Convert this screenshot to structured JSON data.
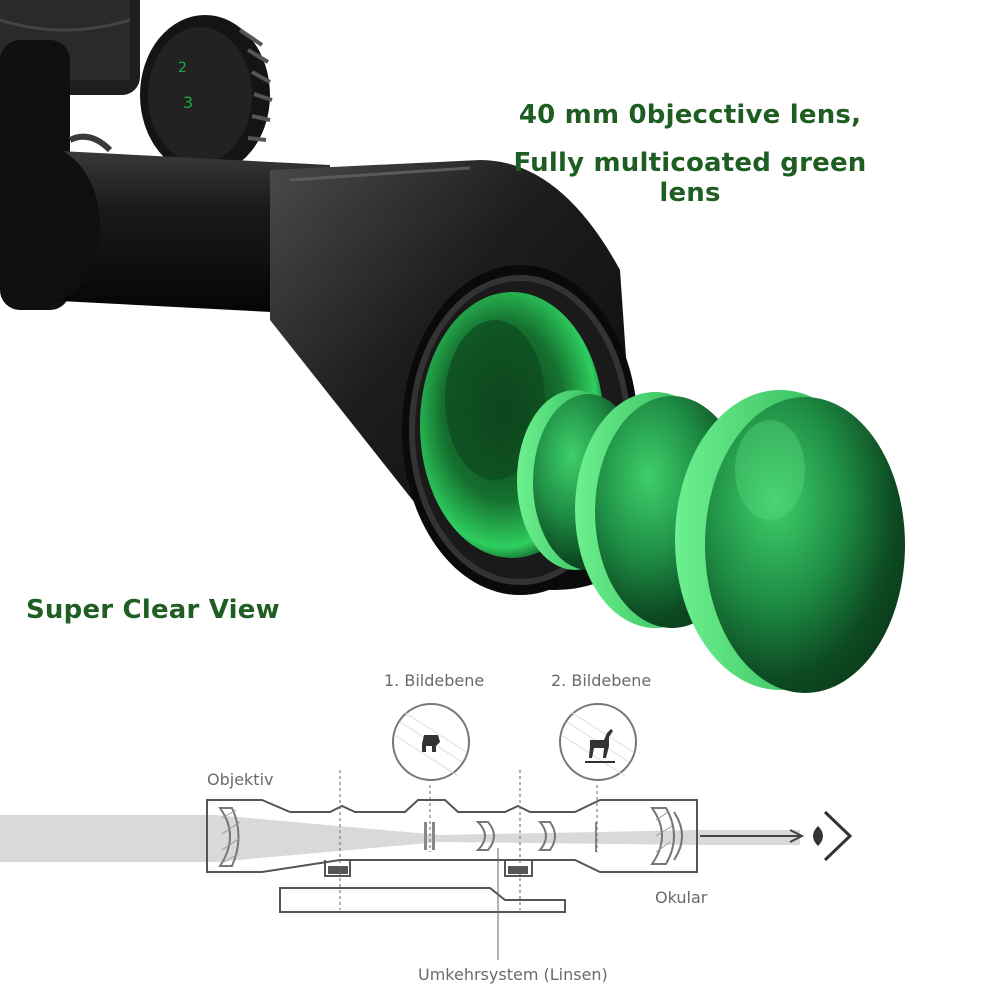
{
  "headline": {
    "line1": "40 mm 0bjecctive lens,",
    "line2": "Fully multicoated green lens"
  },
  "caption": "Super Clear View",
  "diagram": {
    "bildebene_1": "1. Bildebene",
    "bildebene_2": "2. Bildebene",
    "objektiv": "Objektiv",
    "okular": "Okular",
    "umkehrsystem": "Umkehrsystem (Linsen)"
  },
  "colors": {
    "headline_text": "#1f5e22",
    "lens_green": "#1fa84a",
    "scope_body": "#161616",
    "diagram_line": "#555555"
  },
  "icons": [
    "rifle-scope-photo",
    "green-lens-elements",
    "deer-reticle-icon",
    "eye-icon",
    "arrow-icon"
  ]
}
